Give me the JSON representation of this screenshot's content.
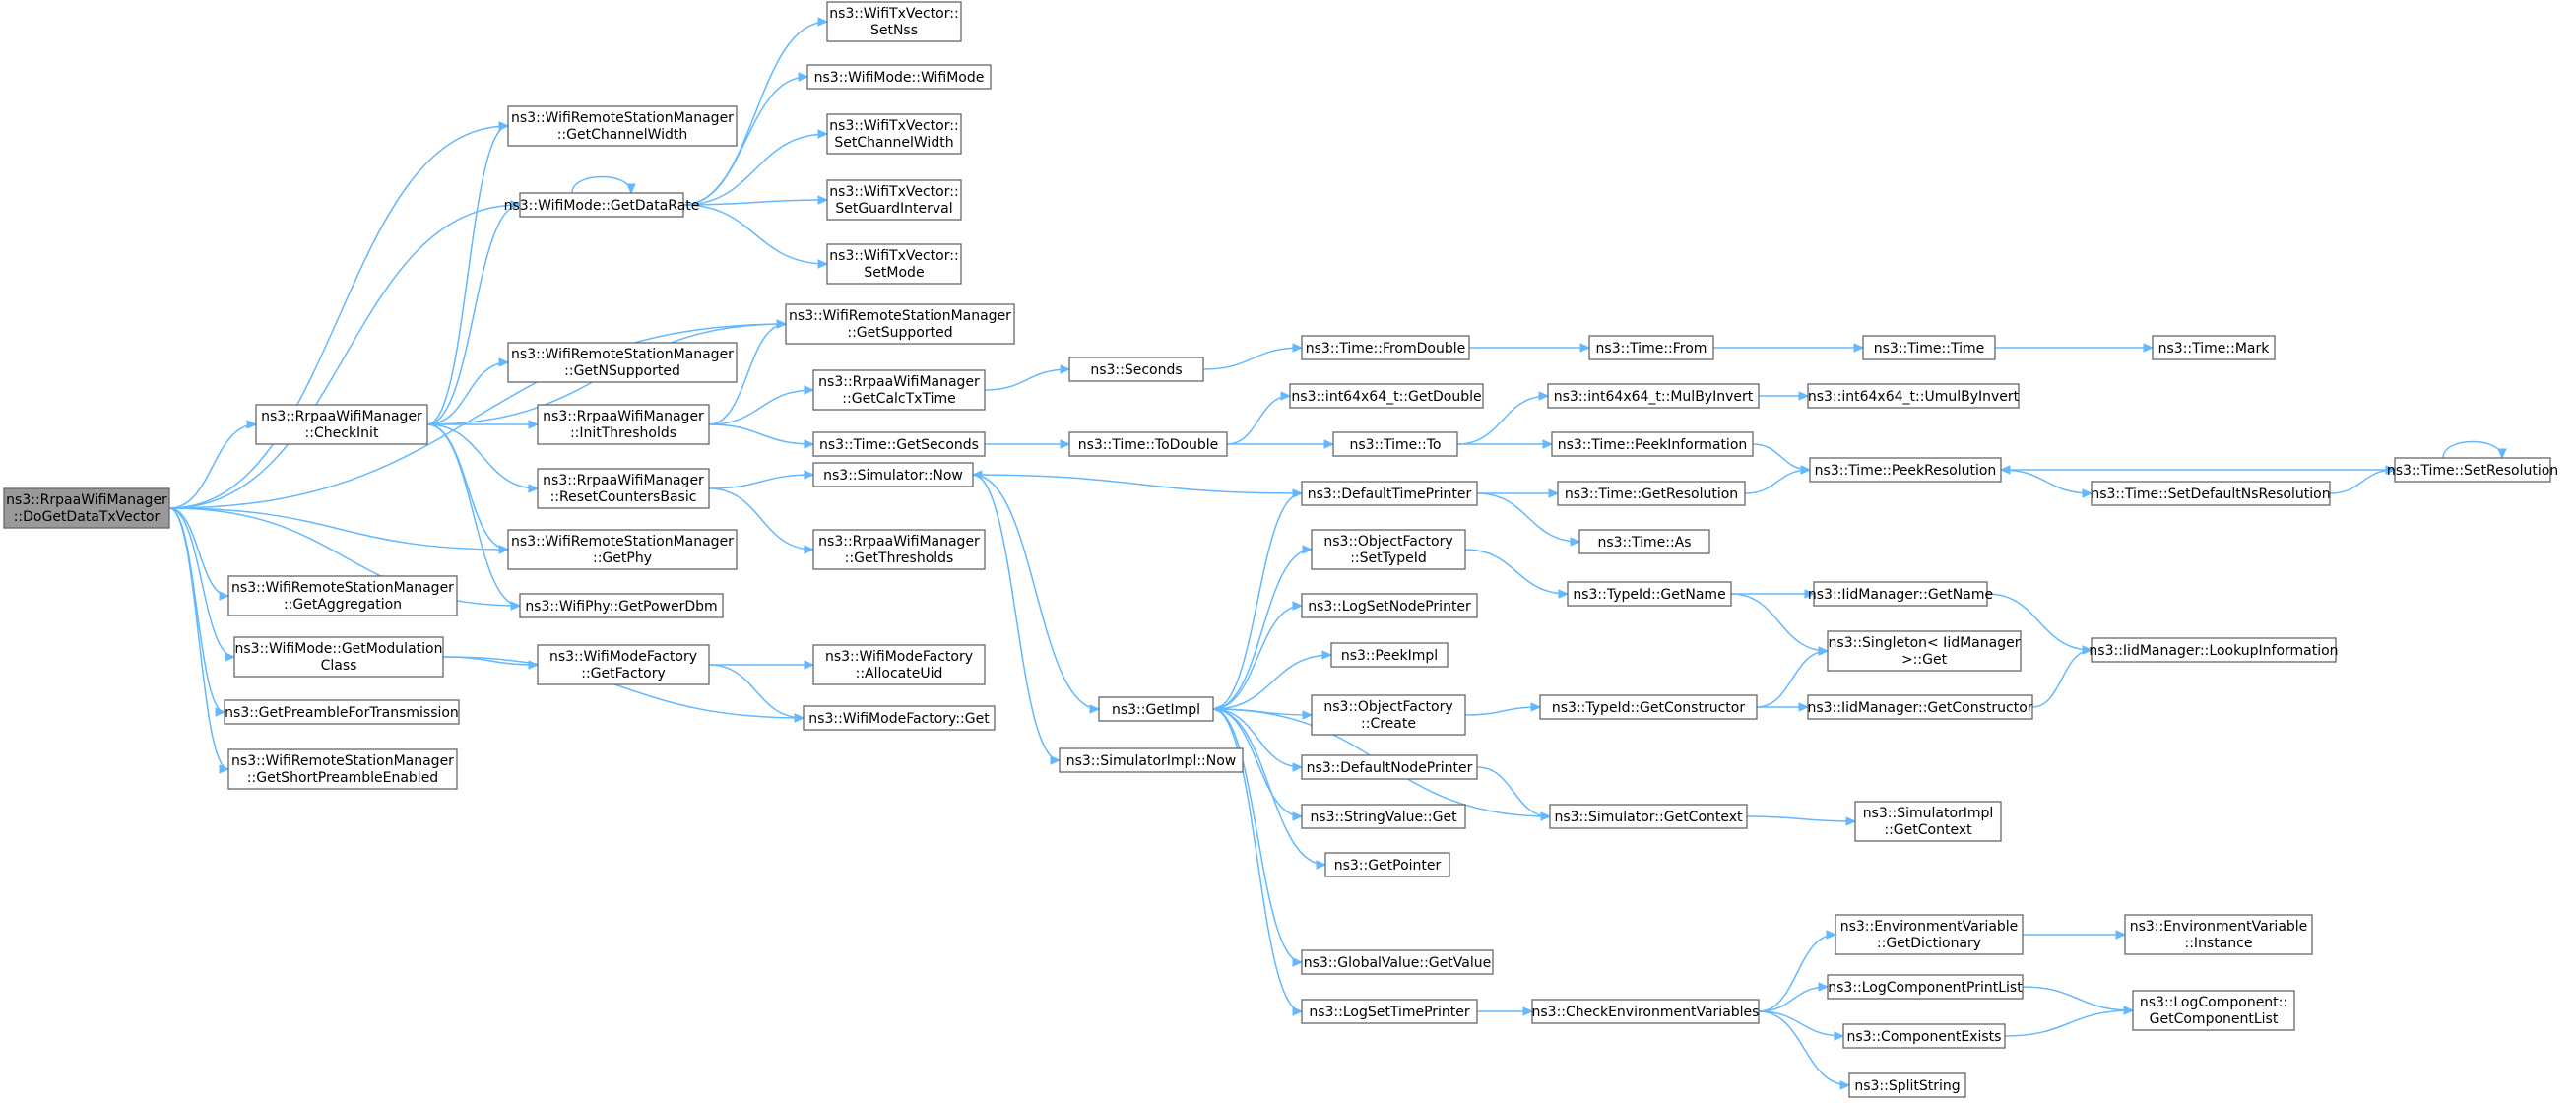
{
  "graph": {
    "title": "",
    "colors": {
      "edge": "#63b8ff",
      "root_fill": "#999999",
      "node_fill": "#ffffff",
      "node_border": "#666666"
    },
    "nodes": [
      {
        "id": "root",
        "lines": [
          "ns3::RrpaaWifiManager",
          "::DoGetDataTxVector"
        ],
        "root": true
      },
      {
        "id": "checkinit",
        "lines": [
          "ns3::RrpaaWifiManager",
          "::CheckInit"
        ]
      },
      {
        "id": "getagg",
        "lines": [
          "ns3::WifiRemoteStationManager",
          "::GetAggregation"
        ]
      },
      {
        "id": "getmodclass",
        "lines": [
          "ns3::WifiMode::GetModulation",
          "Class"
        ]
      },
      {
        "id": "getpreamble",
        "lines": [
          "ns3::GetPreambleForTransmission"
        ]
      },
      {
        "id": "getshortpre",
        "lines": [
          "ns3::WifiRemoteStationManager",
          "::GetShortPreambleEnabled"
        ]
      },
      {
        "id": "getchanw",
        "lines": [
          "ns3::WifiRemoteStationManager",
          "::GetChannelWidth"
        ]
      },
      {
        "id": "getdatarate",
        "lines": [
          "ns3::WifiMode::GetDataRate"
        ]
      },
      {
        "id": "getsupported",
        "lines": [
          "ns3::WifiRemoteStationManager",
          "::GetSupported"
        ]
      },
      {
        "id": "getnsupported",
        "lines": [
          "ns3::WifiRemoteStationManager",
          "::GetNSupported"
        ]
      },
      {
        "id": "initthresh",
        "lines": [
          "ns3::RrpaaWifiManager",
          "::InitThresholds"
        ]
      },
      {
        "id": "resetcounters",
        "lines": [
          "ns3::RrpaaWifiManager",
          "::ResetCountersBasic"
        ]
      },
      {
        "id": "getphy",
        "lines": [
          "ns3::WifiRemoteStationManager",
          "::GetPhy"
        ]
      },
      {
        "id": "getpowerdbm",
        "lines": [
          "ns3::WifiPhy::GetPowerDbm"
        ]
      },
      {
        "id": "getfactory",
        "lines": [
          "ns3::WifiModeFactory",
          "::GetFactory"
        ]
      },
      {
        "id": "setnss",
        "lines": [
          "ns3::WifiTxVector::",
          "SetNss"
        ]
      },
      {
        "id": "wifimode",
        "lines": [
          "ns3::WifiMode::WifiMode"
        ]
      },
      {
        "id": "setchanw",
        "lines": [
          "ns3::WifiTxVector::",
          "SetChannelWidth"
        ]
      },
      {
        "id": "setguard",
        "lines": [
          "ns3::WifiTxVector::",
          "SetGuardInterval"
        ]
      },
      {
        "id": "setmode",
        "lines": [
          "ns3::WifiTxVector::",
          "SetMode"
        ]
      },
      {
        "id": "getcalctx",
        "lines": [
          "ns3::RrpaaWifiManager",
          "::GetCalcTxTime"
        ]
      },
      {
        "id": "getseconds",
        "lines": [
          "ns3::Time::GetSeconds"
        ]
      },
      {
        "id": "simnow",
        "lines": [
          "ns3::Simulator::Now"
        ]
      },
      {
        "id": "getthresholds",
        "lines": [
          "ns3::RrpaaWifiManager",
          "::GetThresholds"
        ]
      },
      {
        "id": "allocuid",
        "lines": [
          "ns3::WifiModeFactory",
          "::AllocateUid"
        ]
      },
      {
        "id": "factoryget",
        "lines": [
          "ns3::WifiModeFactory::Get"
        ]
      },
      {
        "id": "seconds",
        "lines": [
          "ns3::Seconds"
        ]
      },
      {
        "id": "todouble",
        "lines": [
          "ns3::Time::ToDouble"
        ]
      },
      {
        "id": "getimpl",
        "lines": [
          "ns3::GetImpl"
        ]
      },
      {
        "id": "simimplnow",
        "lines": [
          "ns3::SimulatorImpl::Now"
        ]
      },
      {
        "id": "fromdouble",
        "lines": [
          "ns3::Time::FromDouble"
        ]
      },
      {
        "id": "i64getdouble",
        "lines": [
          "ns3::int64x64_t::GetDouble"
        ]
      },
      {
        "id": "timeto",
        "lines": [
          "ns3::Time::To"
        ]
      },
      {
        "id": "deftimeprinter",
        "lines": [
          "ns3::DefaultTimePrinter"
        ]
      },
      {
        "id": "ofsettypeid",
        "lines": [
          "ns3::ObjectFactory",
          "::SetTypeId"
        ]
      },
      {
        "id": "logsetnode",
        "lines": [
          "ns3::LogSetNodePrinter"
        ]
      },
      {
        "id": "peekimpl",
        "lines": [
          "ns3::PeekImpl"
        ]
      },
      {
        "id": "ofcreate",
        "lines": [
          "ns3::ObjectFactory",
          "::Create"
        ]
      },
      {
        "id": "defnodeprinter",
        "lines": [
          "ns3::DefaultNodePrinter"
        ]
      },
      {
        "id": "strvalget",
        "lines": [
          "ns3::StringValue::Get"
        ]
      },
      {
        "id": "getpointer",
        "lines": [
          "ns3::GetPointer"
        ]
      },
      {
        "id": "globalget",
        "lines": [
          "ns3::GlobalValue::GetValue"
        ]
      },
      {
        "id": "logsettime",
        "lines": [
          "ns3::LogSetTimePrinter"
        ]
      },
      {
        "id": "timefrom",
        "lines": [
          "ns3::Time::From"
        ]
      },
      {
        "id": "mulbyinvert",
        "lines": [
          "ns3::int64x64_t::MulByInvert"
        ]
      },
      {
        "id": "peekinfo",
        "lines": [
          "ns3::Time::PeekInformation"
        ]
      },
      {
        "id": "getres",
        "lines": [
          "ns3::Time::GetResolution"
        ]
      },
      {
        "id": "timeas",
        "lines": [
          "ns3::Time::As"
        ]
      },
      {
        "id": "typeidgetname",
        "lines": [
          "ns3::TypeId::GetName"
        ]
      },
      {
        "id": "typeidgetctor",
        "lines": [
          "ns3::TypeId::GetConstructor"
        ]
      },
      {
        "id": "simgetctx",
        "lines": [
          "ns3::Simulator::GetContext"
        ]
      },
      {
        "id": "checkenv",
        "lines": [
          "ns3::CheckEnvironmentVariables"
        ]
      },
      {
        "id": "timetime",
        "lines": [
          "ns3::Time::Time"
        ]
      },
      {
        "id": "umulbyinvert",
        "lines": [
          "ns3::int64x64_t::UmulByInvert"
        ]
      },
      {
        "id": "peekres",
        "lines": [
          "ns3::Time::PeekResolution"
        ]
      },
      {
        "id": "iidgetname",
        "lines": [
          "ns3::IidManager::GetName"
        ]
      },
      {
        "id": "singletonget",
        "lines": [
          "ns3::Singleton< IidManager",
          ">::Get"
        ]
      },
      {
        "id": "iidgetctor",
        "lines": [
          "ns3::IidManager::GetConstructor"
        ]
      },
      {
        "id": "simimplctx",
        "lines": [
          "ns3::SimulatorImpl",
          "::GetContext"
        ]
      },
      {
        "id": "envgetdict",
        "lines": [
          "ns3::EnvironmentVariable",
          "::GetDictionary"
        ]
      },
      {
        "id": "logcompprint",
        "lines": [
          "ns3::LogComponentPrintList"
        ]
      },
      {
        "id": "compexists",
        "lines": [
          "ns3::ComponentExists"
        ]
      },
      {
        "id": "splitstring",
        "lines": [
          "ns3::SplitString"
        ]
      },
      {
        "id": "timemark",
        "lines": [
          "ns3::Time::Mark"
        ]
      },
      {
        "id": "setdefaultns",
        "lines": [
          "ns3::Time::SetDefaultNsResolution"
        ]
      },
      {
        "id": "iidlookup",
        "lines": [
          "ns3::IidManager::LookupInformation"
        ]
      },
      {
        "id": "envinstance",
        "lines": [
          "ns3::EnvironmentVariable",
          "::Instance"
        ]
      },
      {
        "id": "logcompgetlist",
        "lines": [
          "ns3::LogComponent::",
          "GetComponentList"
        ]
      },
      {
        "id": "setresolution",
        "lines": [
          "ns3::Time::SetResolution"
        ]
      }
    ],
    "edges": [
      [
        "root",
        "checkinit"
      ],
      [
        "root",
        "getagg"
      ],
      [
        "root",
        "getmodclass"
      ],
      [
        "root",
        "getpreamble"
      ],
      [
        "root",
        "getshortpre"
      ],
      [
        "root",
        "getchanw"
      ],
      [
        "root",
        "getdatarate"
      ],
      [
        "root",
        "getsupported"
      ],
      [
        "root",
        "getphy"
      ],
      [
        "root",
        "getpowerdbm"
      ],
      [
        "checkinit",
        "getchanw"
      ],
      [
        "checkinit",
        "getdatarate"
      ],
      [
        "checkinit",
        "getsupported"
      ],
      [
        "checkinit",
        "getnsupported"
      ],
      [
        "checkinit",
        "initthresh"
      ],
      [
        "checkinit",
        "resetcounters"
      ],
      [
        "checkinit",
        "getphy"
      ],
      [
        "checkinit",
        "getpowerdbm"
      ],
      [
        "getdatarate",
        "getdatarate"
      ],
      [
        "getdatarate",
        "setnss"
      ],
      [
        "getdatarate",
        "wifimode"
      ],
      [
        "getdatarate",
        "setchanw"
      ],
      [
        "getdatarate",
        "setguard"
      ],
      [
        "getdatarate",
        "setmode"
      ],
      [
        "initthresh",
        "getsupported"
      ],
      [
        "initthresh",
        "getcalctx"
      ],
      [
        "initthresh",
        "getseconds"
      ],
      [
        "resetcounters",
        "simnow"
      ],
      [
        "resetcounters",
        "getthresholds"
      ],
      [
        "getmodclass",
        "getfactory"
      ],
      [
        "getmodclass",
        "factoryget"
      ],
      [
        "getfactory",
        "allocuid"
      ],
      [
        "getfactory",
        "factoryget"
      ],
      [
        "getcalctx",
        "seconds"
      ],
      [
        "seconds",
        "fromdouble"
      ],
      [
        "getseconds",
        "todouble"
      ],
      [
        "todouble",
        "i64getdouble"
      ],
      [
        "todouble",
        "timeto"
      ],
      [
        "simnow",
        "getimpl"
      ],
      [
        "simnow",
        "simimplnow"
      ],
      [
        "deftimeprinter",
        "simnow"
      ],
      [
        "deftimeprinter",
        "getres"
      ],
      [
        "deftimeprinter",
        "timeas"
      ],
      [
        "getimpl",
        "deftimeprinter"
      ],
      [
        "getimpl",
        "ofsettypeid"
      ],
      [
        "getimpl",
        "logsetnode"
      ],
      [
        "getimpl",
        "peekimpl"
      ],
      [
        "getimpl",
        "ofcreate"
      ],
      [
        "getimpl",
        "defnodeprinter"
      ],
      [
        "getimpl",
        "strvalget"
      ],
      [
        "getimpl",
        "getpointer"
      ],
      [
        "getimpl",
        "globalget"
      ],
      [
        "getimpl",
        "logsettime"
      ],
      [
        "simgetctx",
        "getimpl"
      ],
      [
        "defnodeprinter",
        "simgetctx"
      ],
      [
        "simgetctx",
        "simimplctx"
      ],
      [
        "fromdouble",
        "timefrom"
      ],
      [
        "timefrom",
        "timetime"
      ],
      [
        "timetime",
        "timemark"
      ],
      [
        "timeto",
        "mulbyinvert"
      ],
      [
        "timeto",
        "peekinfo"
      ],
      [
        "mulbyinvert",
        "umulbyinvert"
      ],
      [
        "peekinfo",
        "peekres"
      ],
      [
        "getres",
        "peekres"
      ],
      [
        "peekres",
        "setdefaultns"
      ],
      [
        "setdefaultns",
        "setresolution"
      ],
      [
        "setresolution",
        "peekres"
      ],
      [
        "setresolution",
        "setresolution"
      ],
      [
        "ofsettypeid",
        "typeidgetname"
      ],
      [
        "typeidgetname",
        "iidgetname"
      ],
      [
        "typeidgetname",
        "singletonget"
      ],
      [
        "ofcreate",
        "typeidgetctor"
      ],
      [
        "typeidgetctor",
        "singletonget"
      ],
      [
        "typeidgetctor",
        "iidgetctor"
      ],
      [
        "iidgetname",
        "iidlookup"
      ],
      [
        "iidgetctor",
        "iidlookup"
      ],
      [
        "logsettime",
        "checkenv"
      ],
      [
        "checkenv",
        "envgetdict"
      ],
      [
        "checkenv",
        "logcompprint"
      ],
      [
        "checkenv",
        "compexists"
      ],
      [
        "checkenv",
        "splitstring"
      ],
      [
        "envgetdict",
        "envinstance"
      ],
      [
        "logcompprint",
        "logcompgetlist"
      ],
      [
        "compexists",
        "logcompgetlist"
      ]
    ]
  }
}
